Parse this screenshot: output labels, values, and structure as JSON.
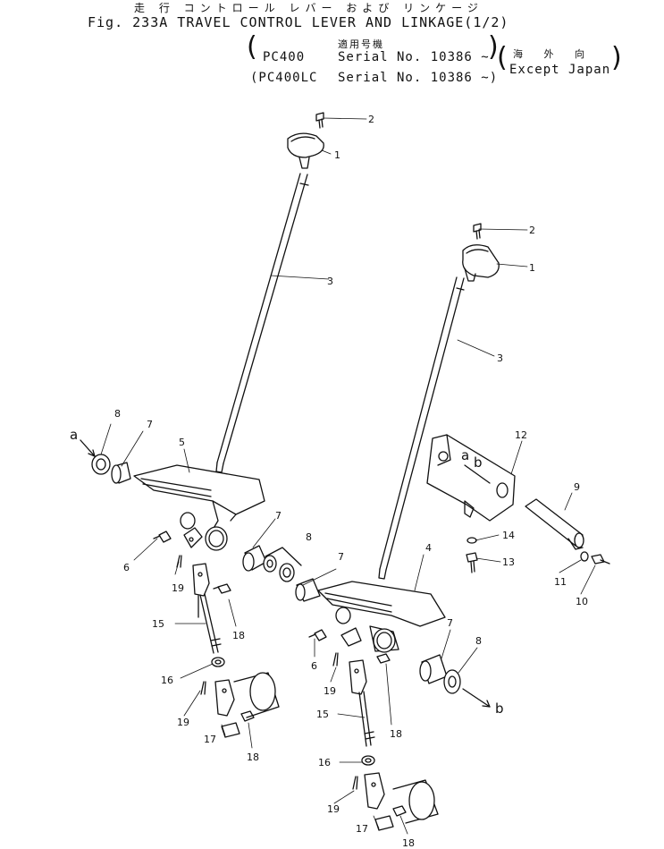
{
  "header": {
    "japanese_title": "走 行 コントロール レバー および リンケージ",
    "figure_title": "Fig. 233A TRAVEL CONTROL LEVER AND LINKAGE(1/2)",
    "applicable_models_label": "適用号機",
    "serial_rows": [
      {
        "model": "PC400",
        "serial": "Serial No. 10386 ~"
      },
      {
        "model": "(PC400LC",
        "serial": "Serial No. 10386 ~)"
      }
    ],
    "destination_jp": "海 外 向",
    "destination": "Except Japan"
  },
  "callouts": {
    "p1": "1",
    "p2": "2",
    "p3": "3",
    "p4": "4",
    "p5": "5",
    "p6": "6",
    "p7": "7",
    "p8": "8",
    "p9": "9",
    "p10": "10",
    "p11": "11",
    "p12": "12",
    "p13": "13",
    "p14": "14",
    "p15": "15",
    "p16": "16",
    "p17": "17",
    "p18": "18",
    "p19": "19"
  },
  "connection_marks": {
    "a": "a",
    "b": "b"
  }
}
